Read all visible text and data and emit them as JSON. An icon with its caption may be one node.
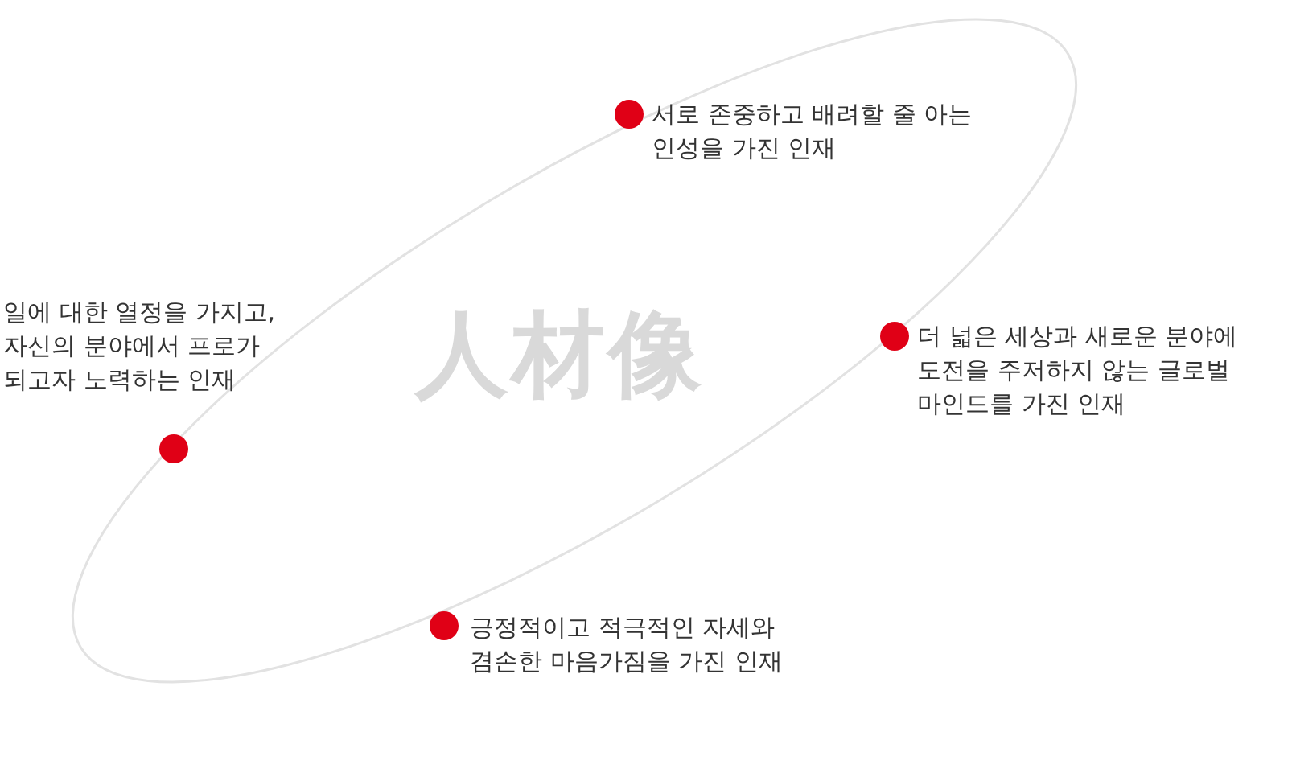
{
  "diagram": {
    "title": "人材像",
    "labels": [
      "서로 존중하고 배려할 줄 아는 인성을 가진 인재",
      "더 넓은 세상과 새로운 분야에 도전을 주저하지 않는 글로벌 마인드를 가진 인재",
      "일에 대한 열정을 가지고, 자신의 분야에서 프로가 되고자 노력하는 인재",
      "긍정적이고 적극적인 자세와 겸손한 마음가짐을 가진 인재"
    ]
  }
}
